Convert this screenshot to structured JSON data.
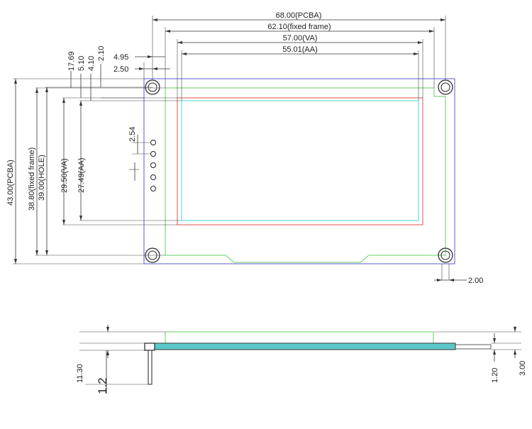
{
  "colors": {
    "pcba": "#5a5ad0",
    "frame": "#66cc66",
    "va": "#e05050",
    "aa": "#66dddd",
    "glass": "#5cc8c8",
    "ink": "#333333"
  },
  "top_view": {
    "horizontal_dims": {
      "pcba": "68.00(PCBA)",
      "fixed_frame": "62.10(fixed frame)",
      "va": "57.00(VA)",
      "aa": "55.01(AA)",
      "hole_offset": "4.95",
      "edge_offset": "2.50"
    },
    "vertical_dims": {
      "a": "17.69",
      "b": "5.10",
      "c": "4.10",
      "d": "2.10",
      "pcba": "43.00(PCBA)",
      "fixed_frame": "38.80(fixed frame)",
      "hole": "39.00(HOLE)",
      "va": "29.50(VA)",
      "aa": "27.49(AA)"
    },
    "pin_pitch": "2.54",
    "hole_diameter": "2.00"
  },
  "side_view": {
    "left_height": "11.30",
    "pin_label": "1.2",
    "glass_thickness": "1.20",
    "total_thickness": "3.00"
  }
}
